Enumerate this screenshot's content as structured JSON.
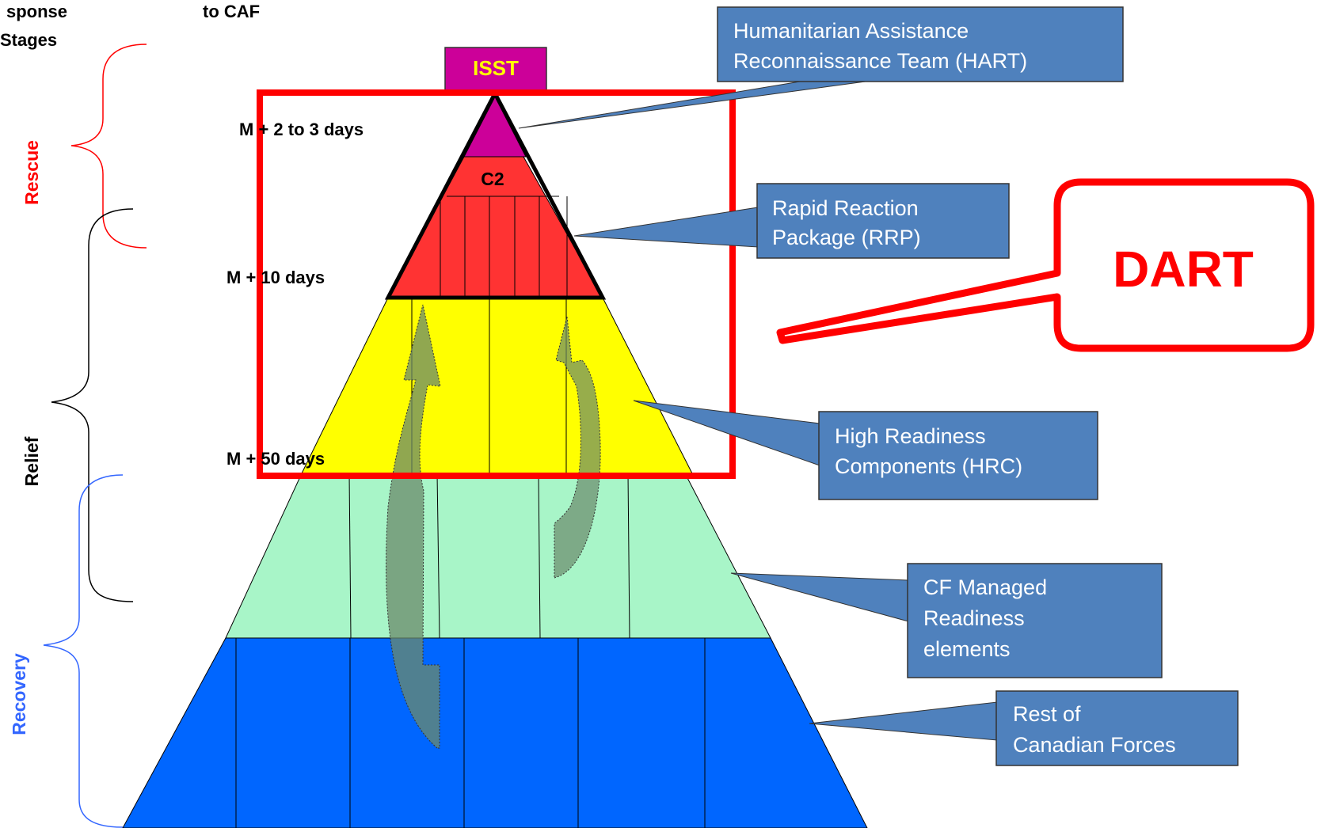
{
  "header": {
    "left_line1": "sponse",
    "left_line2": "Stages",
    "right_line1": "to CAF"
  },
  "stages": {
    "rescue": "Rescue",
    "relief": "Relief",
    "recovery": "Recovery"
  },
  "timeline": {
    "t1": "M + 2 to 3 days",
    "t2": "M + 10 days",
    "t3": "M + 50 days"
  },
  "pyramid": {
    "top_box": "ISST",
    "c2": "C2"
  },
  "callouts": {
    "hart_line1": "Humanitarian Assistance",
    "hart_line2": "Reconnaissance Team (HART)",
    "rrp_line1": "Rapid Reaction",
    "rrp_line2": "Package (RRP)",
    "hrc_line1": "High Readiness",
    "hrc_line2": "Components (HRC)",
    "cfm_line1": "CF Managed",
    "cfm_line2": "Readiness",
    "cfm_line3": "elements",
    "rest_line1": "Rest of",
    "rest_line2": "Canadian Forces"
  },
  "dart": {
    "label": "DART"
  },
  "colors": {
    "callout_fill": "#4f81bd",
    "rescue": "#ff0000",
    "relief": "#000000",
    "recovery": "#3366ff",
    "layer_magenta": "#cc0099",
    "layer_red": "#ff3333",
    "layer_yellow": "#ffff00",
    "layer_green": "#a8f5c8",
    "layer_blue": "#0066ff",
    "isst_text": "#ffff00"
  }
}
